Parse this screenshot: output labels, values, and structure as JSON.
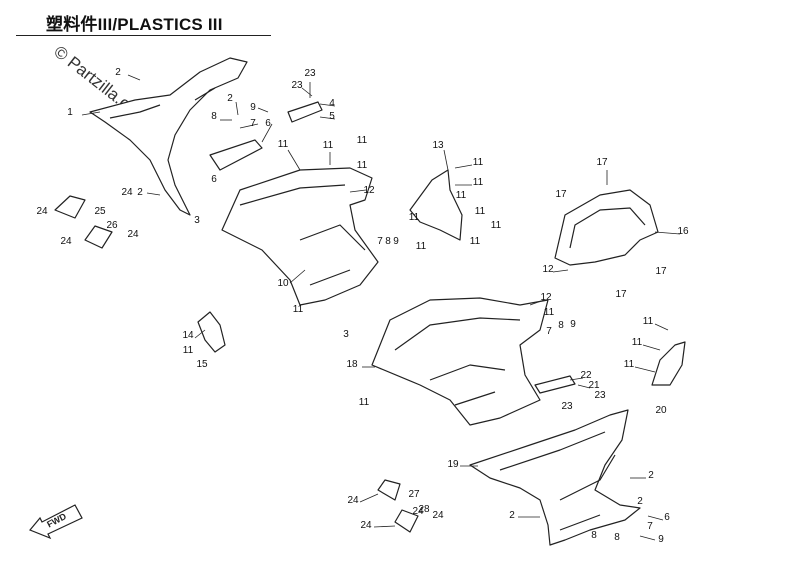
{
  "diagram": {
    "title": "塑料件III/PLASTICS III",
    "watermark": "© Partzilla.com",
    "fwd_label": "FWD",
    "callouts": [
      {
        "id": "c1",
        "text": "1"
      },
      {
        "id": "c2",
        "text": "2"
      },
      {
        "id": "c3",
        "text": "2"
      },
      {
        "id": "c4",
        "text": "3"
      },
      {
        "id": "c5",
        "text": "2"
      },
      {
        "id": "c6",
        "text": "9"
      },
      {
        "id": "c7",
        "text": "7"
      },
      {
        "id": "c8",
        "text": "8"
      },
      {
        "id": "c9",
        "text": "6"
      },
      {
        "id": "c10",
        "text": "6"
      },
      {
        "id": "c11",
        "text": "23"
      },
      {
        "id": "c12",
        "text": "23"
      },
      {
        "id": "c13",
        "text": "4"
      },
      {
        "id": "c14",
        "text": "5"
      },
      {
        "id": "c15",
        "text": "11"
      },
      {
        "id": "c16",
        "text": "11"
      },
      {
        "id": "c17",
        "text": "11"
      },
      {
        "id": "c18",
        "text": "11"
      },
      {
        "id": "c19",
        "text": "12"
      },
      {
        "id": "c20",
        "text": "7"
      },
      {
        "id": "c21",
        "text": "8"
      },
      {
        "id": "c22",
        "text": "9"
      },
      {
        "id": "c23",
        "text": "11"
      },
      {
        "id": "c24",
        "text": "10"
      },
      {
        "id": "c25",
        "text": "11"
      },
      {
        "id": "c26",
        "text": "24"
      },
      {
        "id": "c27",
        "text": "24"
      },
      {
        "id": "c28",
        "text": "25"
      },
      {
        "id": "c29",
        "text": "26"
      },
      {
        "id": "c30",
        "text": "24"
      },
      {
        "id": "c31",
        "text": "24"
      },
      {
        "id": "c32",
        "text": "13"
      },
      {
        "id": "c33",
        "text": "11"
      },
      {
        "id": "c34",
        "text": "11"
      },
      {
        "id": "c35",
        "text": "11"
      },
      {
        "id": "c36",
        "text": "11"
      },
      {
        "id": "c37",
        "text": "11"
      },
      {
        "id": "c38",
        "text": "11"
      },
      {
        "id": "c39",
        "text": "17"
      },
      {
        "id": "c40",
        "text": "17"
      },
      {
        "id": "c41",
        "text": "16"
      },
      {
        "id": "c42",
        "text": "12"
      },
      {
        "id": "c43",
        "text": "17"
      },
      {
        "id": "c44",
        "text": "17"
      },
      {
        "id": "c45",
        "text": "14"
      },
      {
        "id": "c46",
        "text": "11"
      },
      {
        "id": "c47",
        "text": "15"
      },
      {
        "id": "c48",
        "text": "11"
      },
      {
        "id": "c49",
        "text": "12"
      },
      {
        "id": "c50",
        "text": "11"
      },
      {
        "id": "c51",
        "text": "3"
      },
      {
        "id": "c52",
        "text": "7"
      },
      {
        "id": "c53",
        "text": "8"
      },
      {
        "id": "c54",
        "text": "9"
      },
      {
        "id": "c55",
        "text": "18"
      },
      {
        "id": "c56",
        "text": "22"
      },
      {
        "id": "c57",
        "text": "21"
      },
      {
        "id": "c58",
        "text": "23"
      },
      {
        "id": "c59",
        "text": "23"
      },
      {
        "id": "c60",
        "text": "11"
      },
      {
        "id": "c61",
        "text": "11"
      },
      {
        "id": "c62",
        "text": "11"
      },
      {
        "id": "c63",
        "text": "11"
      },
      {
        "id": "c64",
        "text": "20"
      },
      {
        "id": "c65",
        "text": "19"
      },
      {
        "id": "c66",
        "text": "2"
      },
      {
        "id": "c67",
        "text": "2"
      },
      {
        "id": "c68",
        "text": "2"
      },
      {
        "id": "c69",
        "text": "6"
      },
      {
        "id": "c70",
        "text": "7"
      },
      {
        "id": "c71",
        "text": "8"
      },
      {
        "id": "c72",
        "text": "8"
      },
      {
        "id": "c73",
        "text": "9"
      },
      {
        "id": "c74",
        "text": "24"
      },
      {
        "id": "c75",
        "text": "27"
      },
      {
        "id": "c76",
        "text": "24"
      },
      {
        "id": "c77",
        "text": "28"
      },
      {
        "id": "c78",
        "text": "24"
      },
      {
        "id": "c79",
        "text": "24"
      }
    ]
  }
}
